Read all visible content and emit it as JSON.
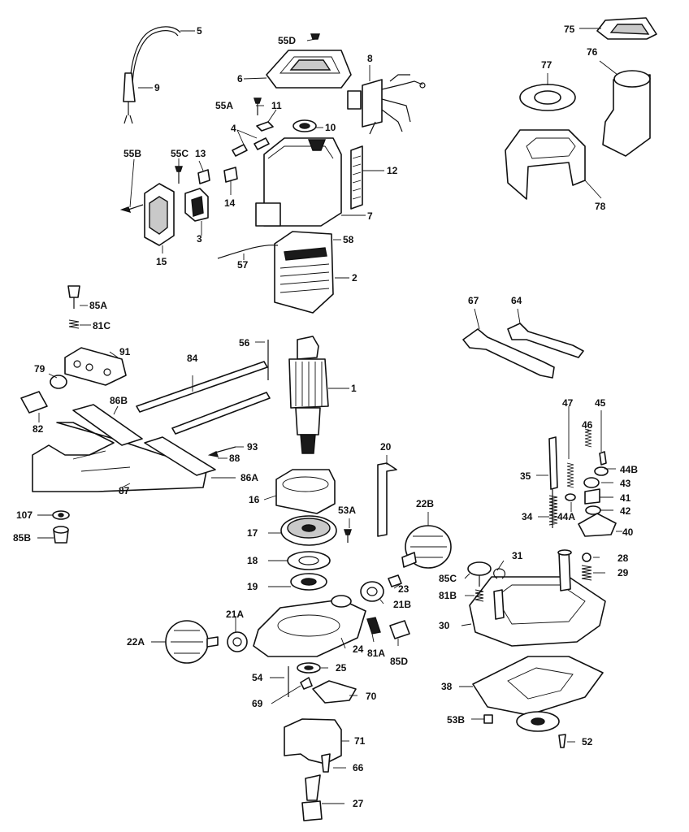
{
  "parts": [
    {
      "id": "p5",
      "label": "5"
    },
    {
      "id": "p9",
      "label": "9"
    },
    {
      "id": "p55D",
      "label": "55D"
    },
    {
      "id": "p6",
      "label": "6"
    },
    {
      "id": "p8",
      "label": "8"
    },
    {
      "id": "p55A",
      "label": "55A"
    },
    {
      "id": "p11",
      "label": "11"
    },
    {
      "id": "p10",
      "label": "10"
    },
    {
      "id": "p4",
      "label": "4"
    },
    {
      "id": "p55B",
      "label": "55B"
    },
    {
      "id": "p55C",
      "label": "55C"
    },
    {
      "id": "p13",
      "label": "13"
    },
    {
      "id": "p12",
      "label": "12"
    },
    {
      "id": "p14",
      "label": "14"
    },
    {
      "id": "p7",
      "label": "7"
    },
    {
      "id": "p3",
      "label": "3"
    },
    {
      "id": "p15",
      "label": "15"
    },
    {
      "id": "p58",
      "label": "58"
    },
    {
      "id": "p57",
      "label": "57"
    },
    {
      "id": "p2",
      "label": "2"
    },
    {
      "id": "p75",
      "label": "75"
    },
    {
      "id": "p77",
      "label": "77"
    },
    {
      "id": "p76",
      "label": "76"
    },
    {
      "id": "p78",
      "label": "78"
    },
    {
      "id": "p85A",
      "label": "85A"
    },
    {
      "id": "p81C",
      "label": "81C"
    },
    {
      "id": "p91",
      "label": "91"
    },
    {
      "id": "p56",
      "label": "56"
    },
    {
      "id": "p84",
      "label": "84"
    },
    {
      "id": "p1",
      "label": "1"
    },
    {
      "id": "p79",
      "label": "79"
    },
    {
      "id": "p86B",
      "label": "86B"
    },
    {
      "id": "p82",
      "label": "82"
    },
    {
      "id": "p93",
      "label": "93"
    },
    {
      "id": "p88",
      "label": "88"
    },
    {
      "id": "p86A",
      "label": "86A"
    },
    {
      "id": "p87",
      "label": "87"
    },
    {
      "id": "p67",
      "label": "67"
    },
    {
      "id": "p64",
      "label": "64"
    },
    {
      "id": "p47",
      "label": "47"
    },
    {
      "id": "p45",
      "label": "45"
    },
    {
      "id": "p46",
      "label": "46"
    },
    {
      "id": "p44B",
      "label": "44B"
    },
    {
      "id": "p35",
      "label": "35"
    },
    {
      "id": "p43",
      "label": "43"
    },
    {
      "id": "p41",
      "label": "41"
    },
    {
      "id": "p42",
      "label": "42"
    },
    {
      "id": "p34",
      "label": "34"
    },
    {
      "id": "p44A",
      "label": "44A"
    },
    {
      "id": "p40",
      "label": "40"
    },
    {
      "id": "p20",
      "label": "20"
    },
    {
      "id": "p16",
      "label": "16"
    },
    {
      "id": "p53A",
      "label": "53A"
    },
    {
      "id": "p22B",
      "label": "22B"
    },
    {
      "id": "p107",
      "label": "107"
    },
    {
      "id": "p85B",
      "label": "85B"
    },
    {
      "id": "p17",
      "label": "17"
    },
    {
      "id": "p18",
      "label": "18"
    },
    {
      "id": "p31",
      "label": "31"
    },
    {
      "id": "p28",
      "label": "28"
    },
    {
      "id": "p29",
      "label": "29"
    },
    {
      "id": "p19",
      "label": "19"
    },
    {
      "id": "p23",
      "label": "23"
    },
    {
      "id": "p85C",
      "label": "85C"
    },
    {
      "id": "p81B",
      "label": "81B"
    },
    {
      "id": "p21B",
      "label": "21B"
    },
    {
      "id": "p21A",
      "label": "21A"
    },
    {
      "id": "p30",
      "label": "30"
    },
    {
      "id": "p22A",
      "label": "22A"
    },
    {
      "id": "p24",
      "label": "24"
    },
    {
      "id": "p81A",
      "label": "81A"
    },
    {
      "id": "p85D",
      "label": "85D"
    },
    {
      "id": "p25",
      "label": "25"
    },
    {
      "id": "p54",
      "label": "54"
    },
    {
      "id": "p38",
      "label": "38"
    },
    {
      "id": "p69",
      "label": "69"
    },
    {
      "id": "p70",
      "label": "70"
    },
    {
      "id": "p53B",
      "label": "53B"
    },
    {
      "id": "p71",
      "label": "71"
    },
    {
      "id": "p52",
      "label": "52"
    },
    {
      "id": "p66",
      "label": "66"
    },
    {
      "id": "p27",
      "label": "27"
    }
  ]
}
